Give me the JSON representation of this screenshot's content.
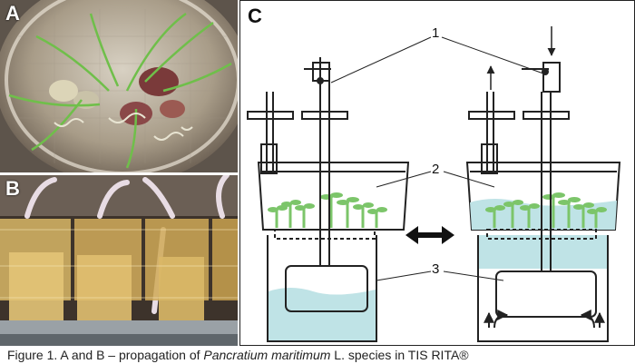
{
  "panels": {
    "a": {
      "letter": "A"
    },
    "b": {
      "letter": "B"
    },
    "c": {
      "letter": "C"
    }
  },
  "callouts": [
    "1",
    "2",
    "3"
  ],
  "caption": {
    "prefix": "Figure 1. A and B – propagation of ",
    "species": "Pancratium maritimum",
    "suffix": " L. species in TIS RITA®"
  },
  "colors": {
    "medium": "#bfe3e6",
    "plant": "#7cc56a",
    "outline": "#222222"
  }
}
